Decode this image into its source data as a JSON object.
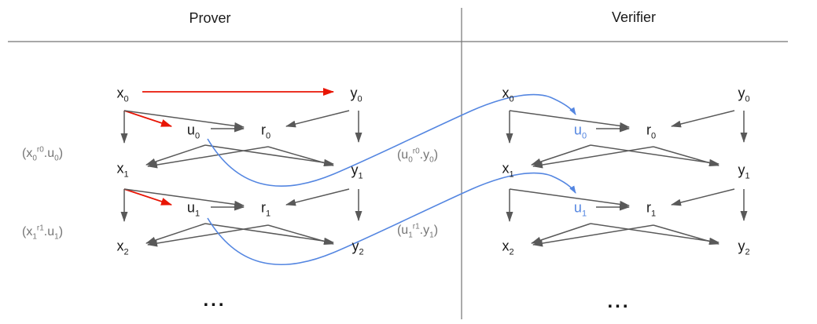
{
  "titles": {
    "prover": "Prover",
    "verifier": "Verifier"
  },
  "nodes": {
    "x0": {
      "base": "x",
      "sub": "0"
    },
    "y0": {
      "base": "y",
      "sub": "0"
    },
    "u0": {
      "base": "u",
      "sub": "0"
    },
    "r0": {
      "base": "r",
      "sub": "0"
    },
    "x1": {
      "base": "x",
      "sub": "1"
    },
    "y1": {
      "base": "y",
      "sub": "1"
    },
    "u1": {
      "base": "u",
      "sub": "1"
    },
    "r1": {
      "base": "r",
      "sub": "1"
    },
    "x2": {
      "base": "x",
      "sub": "2"
    },
    "y2": {
      "base": "y",
      "sub": "2"
    }
  },
  "annotations": {
    "left1": {
      "p1": "(x",
      "s1": "0",
      "sup": "r0",
      "p2": ".u",
      "s2": "0",
      "p3": ")"
    },
    "left2": {
      "p1": "(x",
      "s1": "1",
      "sup": "r1",
      "p2": ".u",
      "s2": "1",
      "p3": ")"
    },
    "mid1": {
      "p1": "(u",
      "s1": "0",
      "sup": "r0",
      "p2": ".y",
      "s2": "0",
      "p3": ")"
    },
    "mid2": {
      "p1": "(u",
      "s1": "1",
      "sup": "r1",
      "p2": ".y",
      "s2": "1",
      "p3": ")"
    }
  },
  "ellipsis": "...",
  "colors": {
    "red_arrow": "#e81505",
    "blue_accent": "#5486e1",
    "gray_line": "#595959",
    "gray_text": "#757575",
    "frame_line": "#737373",
    "text_black": "#1a1a1a"
  }
}
